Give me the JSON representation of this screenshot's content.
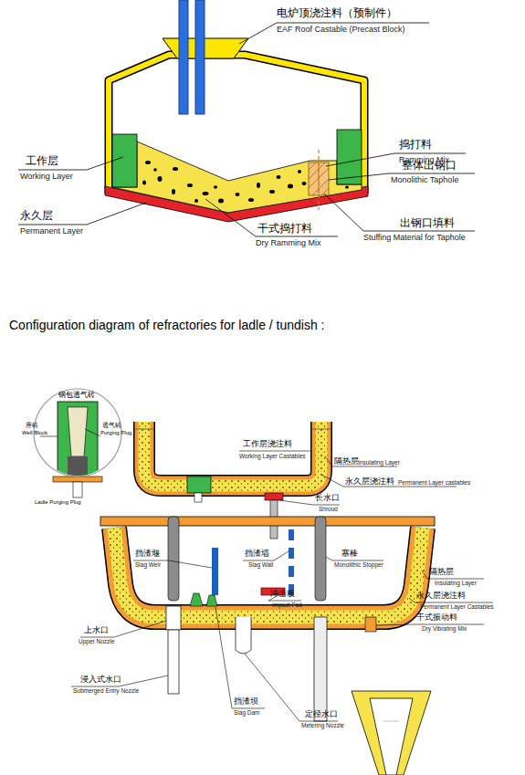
{
  "diagram": {
    "title": "Configuration diagram of refractories for ladle / tundish :",
    "nodes": [
      {
        "text": [
          "钢包透气砖",
          "座砖",
          "Well Block",
          "透气砖",
          "Purging Plug",
          "Ladle Purging Plug"
        ]
      }
    ],
    "labels": [
      "电炉顶浇注料（预制件）",
      "EAF Roof Castable (Precast Block)",
      "捣打料",
      "Ramming Mix",
      "工作层",
      "Working Layer",
      "整体出钢口",
      "Monolithic Taphole",
      "永久层",
      "Permanent Layer",
      "出钢口填料",
      "Stuffing Material for Taphole",
      "干式捣打料",
      "Dry Ramming Mix",
      "工作层浇注料",
      "Working Layer Castables",
      "隔热层",
      "Insulating Layer",
      "永久层浇注料",
      "Permanent Layer castables",
      "长水口",
      "Shroud",
      "挡渣堰",
      "Slag Weir",
      "挡渣墙",
      "Slag Wall",
      "塞棒",
      "Monolithic Stopper",
      "隔热层",
      "Insulating Layer",
      "冲击板",
      "Impact Pad",
      "永久层浇注料",
      "Permanent Layer Castables",
      "干式振动料",
      "Dry Vibrating Mix",
      "上水口",
      "Upper Nozzle",
      "浸入式水口",
      "Submerged Entry Nozzle",
      "挡渣坝",
      "Slag Dam",
      "定径水口",
      "Metering Nozzle"
    ]
  }
}
